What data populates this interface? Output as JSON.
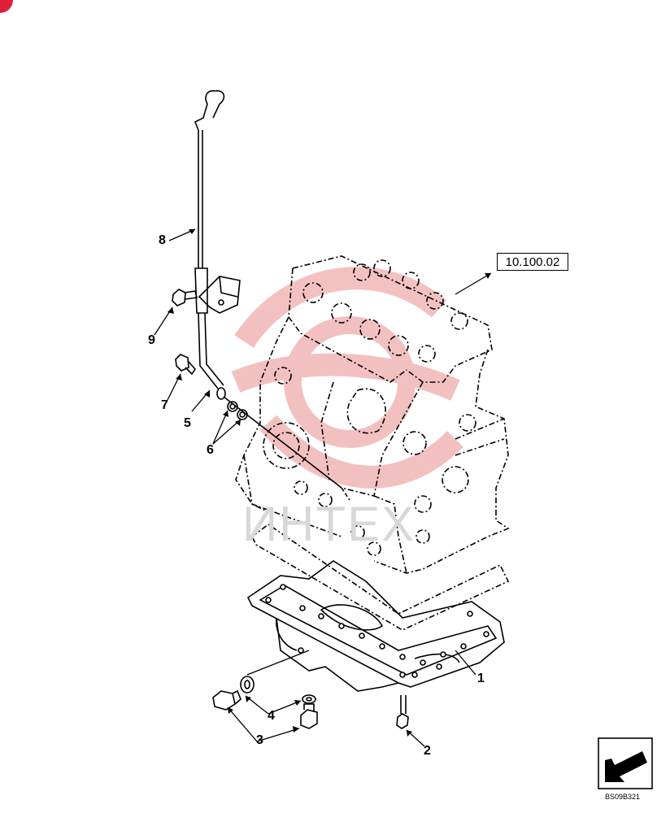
{
  "diagram": {
    "reference_box": "10.100.02",
    "figure_code": "BS09B321",
    "watermark_text": "ИНТЕХ",
    "callouts": [
      {
        "id": "1",
        "label": "1"
      },
      {
        "id": "2",
        "label": "2"
      },
      {
        "id": "3",
        "label": "3"
      },
      {
        "id": "4",
        "label": "4"
      },
      {
        "id": "5",
        "label": "5"
      },
      {
        "id": "6",
        "label": "6"
      },
      {
        "id": "7",
        "label": "7"
      },
      {
        "id": "8",
        "label": "8"
      },
      {
        "id": "9",
        "label": "9"
      }
    ],
    "icons": [
      "engine-block-icon",
      "oil-pan-icon",
      "dipstick-icon",
      "navigation-arrow-icon",
      "logo-watermark-icon"
    ],
    "colors": {
      "line": "#000000",
      "watermark_red": "#f2b6b6",
      "watermark_gray": "#d8d8d8",
      "corner_badge": "#e0203a"
    }
  }
}
